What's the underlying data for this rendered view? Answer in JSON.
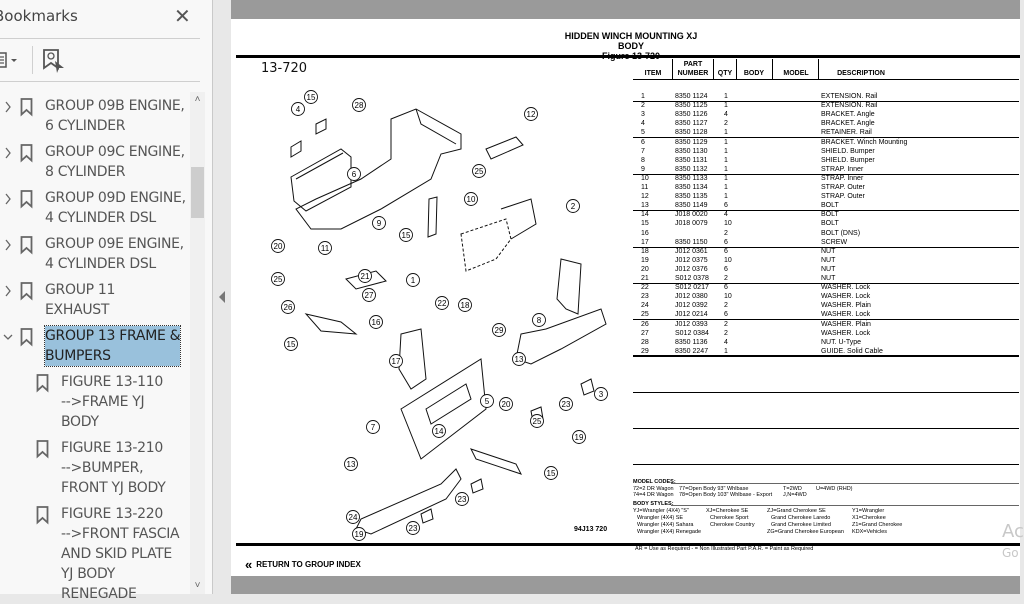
{
  "sidebar": {
    "title": "Bookmarks",
    "close_icon": "close-icon",
    "options_icon": "list-options-icon",
    "find_icon": "find-bookmark-icon",
    "items": [
      {
        "label": "GROUP 09B  ENGINE,\n6 CYLINDER",
        "expanded": false,
        "level": 0
      },
      {
        "label": "GROUP 09C  ENGINE,\n8 CYLINDER",
        "expanded": false,
        "level": 0
      },
      {
        "label": "GROUP 09D  ENGINE,\n4 CYLINDER DSL",
        "expanded": false,
        "level": 0
      },
      {
        "label": "GROUP 09E  ENGINE,\n4 CYLINDER DSL",
        "expanded": false,
        "level": 0
      },
      {
        "label": "GROUP  11\nEXHAUST",
        "expanded": false,
        "level": 0
      },
      {
        "label": "GROUP  13  FRAME &\nBUMPERS",
        "expanded": true,
        "selected": true,
        "level": 0
      },
      {
        "label": "FIGURE 13-110\n-->FRAME YJ\nBODY",
        "level": 1
      },
      {
        "label": "FIGURE 13-210\n-->BUMPER,\nFRONT YJ BODY",
        "level": 1
      },
      {
        "label": "FIGURE 13-220\n-->FRONT FASCIA\nAND SKID PLATE\nYJ BODY\nRENEGADE",
        "level": 1
      }
    ]
  },
  "document": {
    "title": "HIDDEN WINCH MOUNTING XJ BODY",
    "subtitle": "Figure  13-720",
    "figure_label": "13-720",
    "figure_code": "94J13  720",
    "columns": {
      "item": "ITEM",
      "part_number": "PART\nNUMBER",
      "qty": "QTY",
      "body": "BODY",
      "model": "MODEL",
      "description": "DESCRIPTION"
    },
    "parts": [
      {
        "item": "1",
        "part": "8350 1124",
        "qty": "1",
        "desc": "EXTENSION. Rail"
      },
      {
        "item": "2",
        "part": "8350 1125",
        "qty": "1",
        "desc": "EXTENSION. Rail"
      },
      {
        "item": "3",
        "part": "8350 1126",
        "qty": "4",
        "desc": "BRACKET. Angle"
      },
      {
        "item": "4",
        "part": "8350 1127",
        "qty": "2",
        "desc": "BRACKET. Angle"
      },
      {
        "item": "5",
        "part": "8350 1128",
        "qty": "1",
        "desc": "RETAINER. Rail"
      },
      {
        "item": "6",
        "part": "8350 1129",
        "qty": "1",
        "desc": "BRACKET. Winch Mounting"
      },
      {
        "item": "7",
        "part": "8350 1130",
        "qty": "1",
        "desc": "SHIELD. Bumper"
      },
      {
        "item": "8",
        "part": "8350 1131",
        "qty": "1",
        "desc": "SHIELD. Bumper"
      },
      {
        "item": "9",
        "part": "8350 1132",
        "qty": "1",
        "desc": "STRAP. Inner"
      },
      {
        "item": "10",
        "part": "8350 1133",
        "qty": "1",
        "desc": "STRAP. Inner"
      },
      {
        "item": "11",
        "part": "8350 1134",
        "qty": "1",
        "desc": "STRAP. Outer"
      },
      {
        "item": "12",
        "part": "8350 1135",
        "qty": "1",
        "desc": "STRAP. Outer"
      },
      {
        "item": "13",
        "part": "8350 1149",
        "qty": "6",
        "desc": "BOLT"
      },
      {
        "item": "14",
        "part": "J018 0020",
        "qty": "4",
        "desc": "BOLT"
      },
      {
        "item": "15",
        "part": "J018 0079",
        "qty": "10",
        "desc": "BOLT"
      },
      {
        "item": "16",
        "part": "",
        "qty": "2",
        "desc": "BOLT (DNS)"
      },
      {
        "item": "17",
        "part": "8350 1150",
        "qty": "6",
        "desc": "SCREW"
      },
      {
        "item": "18",
        "part": "J012 0361",
        "qty": "6",
        "desc": "NUT"
      },
      {
        "item": "19",
        "part": "J012 0375",
        "qty": "10",
        "desc": "NUT"
      },
      {
        "item": "20",
        "part": "J012 0376",
        "qty": "6",
        "desc": "NUT"
      },
      {
        "item": "21",
        "part": "S012 0378",
        "qty": "2",
        "desc": "NUT"
      },
      {
        "item": "22",
        "part": "S012 0217",
        "qty": "6",
        "desc": "WASHER. Lock"
      },
      {
        "item": "23",
        "part": "J012 0380",
        "qty": "10",
        "desc": "WASHER. Lock"
      },
      {
        "item": "24",
        "part": "J012 0392",
        "qty": "2",
        "desc": "WASHER. Plain"
      },
      {
        "item": "25",
        "part": "J012 0214",
        "qty": "6",
        "desc": "WASHER. Lock"
      },
      {
        "item": "26",
        "part": "J012 0393",
        "qty": "2",
        "desc": "WASHER. Plain"
      },
      {
        "item": "27",
        "part": "S012 0384",
        "qty": "2",
        "desc": "WASHER. Lock"
      },
      {
        "item": "28",
        "part": "8350 1136",
        "qty": "4",
        "desc": "NUT. U-Type"
      },
      {
        "item": "29",
        "part": "8350 2247",
        "qty": "1",
        "desc": "GUIDE. Solid Cable"
      }
    ],
    "model_codes": {
      "heading": "MODEL CODES:",
      "lines": [
        [
          "72=2 DR Wagon",
          "77=Open Body 93\" Whlbase",
          "T=2WD",
          "U=4WD (RHD)"
        ],
        [
          "74=4 DR Wagon",
          "78=Open Body 103\" Whlbase - Export",
          "J,N=4WD",
          ""
        ]
      ]
    },
    "body_styles": {
      "heading": "BODY STYLES:",
      "columns": [
        [
          "YJ=Wrangler (4X4) \"S\"",
          "Wrangler (4X4) SE",
          "Wrangler (4X4) Sahara",
          "Wrangler (4X4) Renegade"
        ],
        [
          "XJ=Cherokee SE",
          "Cherokee Sport",
          "Cherokee Country",
          ""
        ],
        [
          "ZJ=Grand Cherokee SE",
          "Grand Cherokee Laredo",
          "Grand Cherokee Limited",
          "ZG=Grand Cherokee European"
        ],
        [
          "Y1=Wrangler",
          "X1=Cherokee",
          "Z1=Grand Cherokee",
          "KDX=Vehicles"
        ]
      ]
    },
    "footnote": "AR = Use as Required   - = Non Illustrated Part   P.A.R. = Paint as Required",
    "return_link": "RETURN TO GROUP INDEX",
    "callouts": [
      "15",
      "28",
      "4",
      "12",
      "6",
      "25",
      "10",
      "2",
      "9",
      "15",
      "20",
      "11",
      "21",
      "25",
      "27",
      "1",
      "22",
      "18",
      "26",
      "16",
      "29",
      "8",
      "15",
      "17",
      "13",
      "3",
      "5",
      "20",
      "23",
      "25",
      "19",
      "14",
      "7",
      "13",
      "15",
      "23",
      "24",
      "23",
      "19"
    ]
  },
  "watermark": {
    "line1": "Ac",
    "line2": "Go"
  }
}
